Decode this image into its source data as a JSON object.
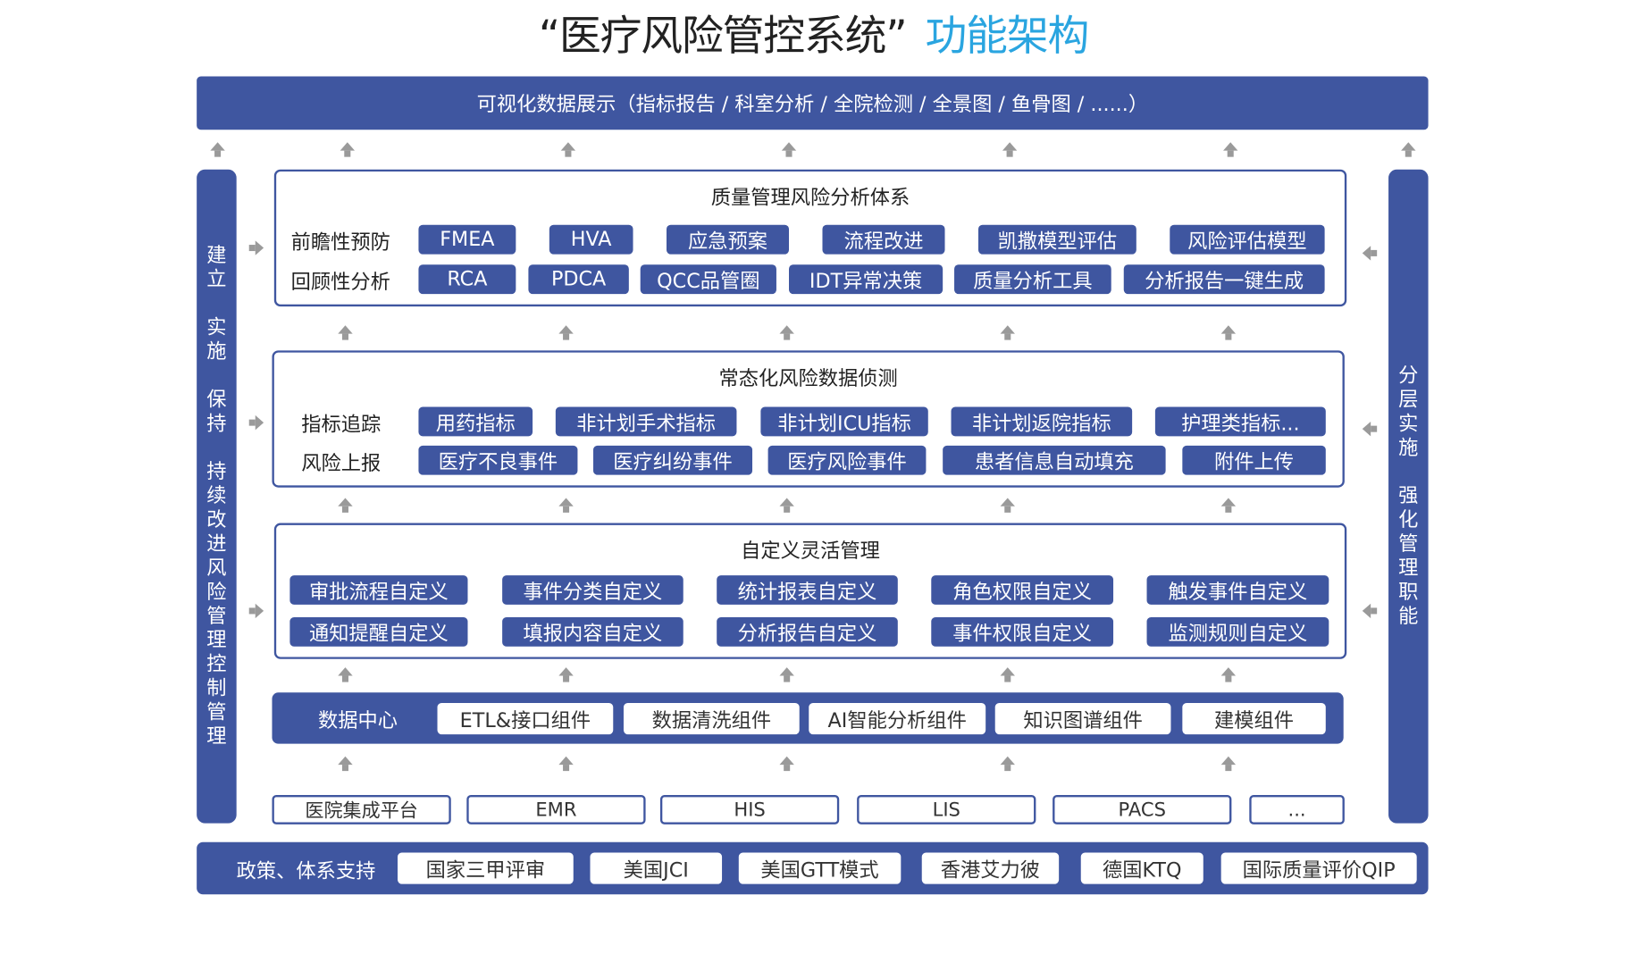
{
  "title": {
    "main": "“医疗风险管控系统”",
    "accent": "功能架构"
  },
  "colors": {
    "primary": "#3f56a0",
    "accent": "#2aa5e0",
    "arrow": "#9a9a9a"
  },
  "top_bar": "可视化数据展示（指标报告 / 科室分析 / 全院检测 / 全景图 / 鱼骨图 / ......）",
  "left_bar": [
    "建",
    "立",
    "",
    "实",
    "施",
    "",
    "保",
    "持",
    "",
    "持",
    "续",
    "改",
    "进",
    "风",
    "险",
    "管",
    "理",
    "控",
    "制",
    "管",
    "理"
  ],
  "right_bar": [
    "分",
    "层",
    "实",
    "施",
    "",
    "强",
    "化",
    "管",
    "理",
    "职",
    "能"
  ],
  "quality": {
    "title": "质量管理风险分析体系",
    "rows": [
      {
        "label": "前瞻性预防",
        "items": [
          "FMEA",
          "HVA",
          "应急预案",
          "流程改进",
          "凯撒模型评估",
          "风险评估模型"
        ]
      },
      {
        "label": "回顾性分析",
        "items": [
          "RCA",
          "PDCA",
          "QCC品管圈",
          "IDT异常决策",
          "质量分析工具",
          "分析报告一键生成"
        ]
      }
    ]
  },
  "monitor": {
    "title": "常态化风险数据侦测",
    "rows": [
      {
        "label": "指标追踪",
        "items": [
          "用药指标",
          "非计划手术指标",
          "非计划ICU指标",
          "非计划返院指标",
          "护理类指标..."
        ]
      },
      {
        "label": "风险上报",
        "items": [
          "医疗不良事件",
          "医疗纠纷事件",
          "医疗风险事件",
          "患者信息自动填充",
          "附件上传"
        ]
      }
    ]
  },
  "custom": {
    "title": "自定义灵活管理",
    "rows": [
      {
        "items": [
          "审批流程自定义",
          "事件分类自定义",
          "统计报表自定义",
          "角色权限自定义",
          "触发事件自定义"
        ]
      },
      {
        "items": [
          "通知提醒自定义",
          "填报内容自定义",
          "分析报告自定义",
          "事件权限自定义",
          "监测规则自定义"
        ]
      }
    ]
  },
  "data_center": {
    "label": "数据中心",
    "items": [
      "ETL&接口组件",
      "数据清洗组件",
      "AI智能分析组件",
      "知识图谱组件",
      "建模组件"
    ]
  },
  "sources": [
    "医院集成平台",
    "EMR",
    "HIS",
    "LIS",
    "PACS",
    "..."
  ],
  "policy": {
    "label": "政策、体系支持",
    "items": [
      "国家三甲评审",
      "美国JCI",
      "美国GTT模式",
      "香港艾力彼",
      "德国KTQ",
      "国际质量评价QIP"
    ]
  }
}
